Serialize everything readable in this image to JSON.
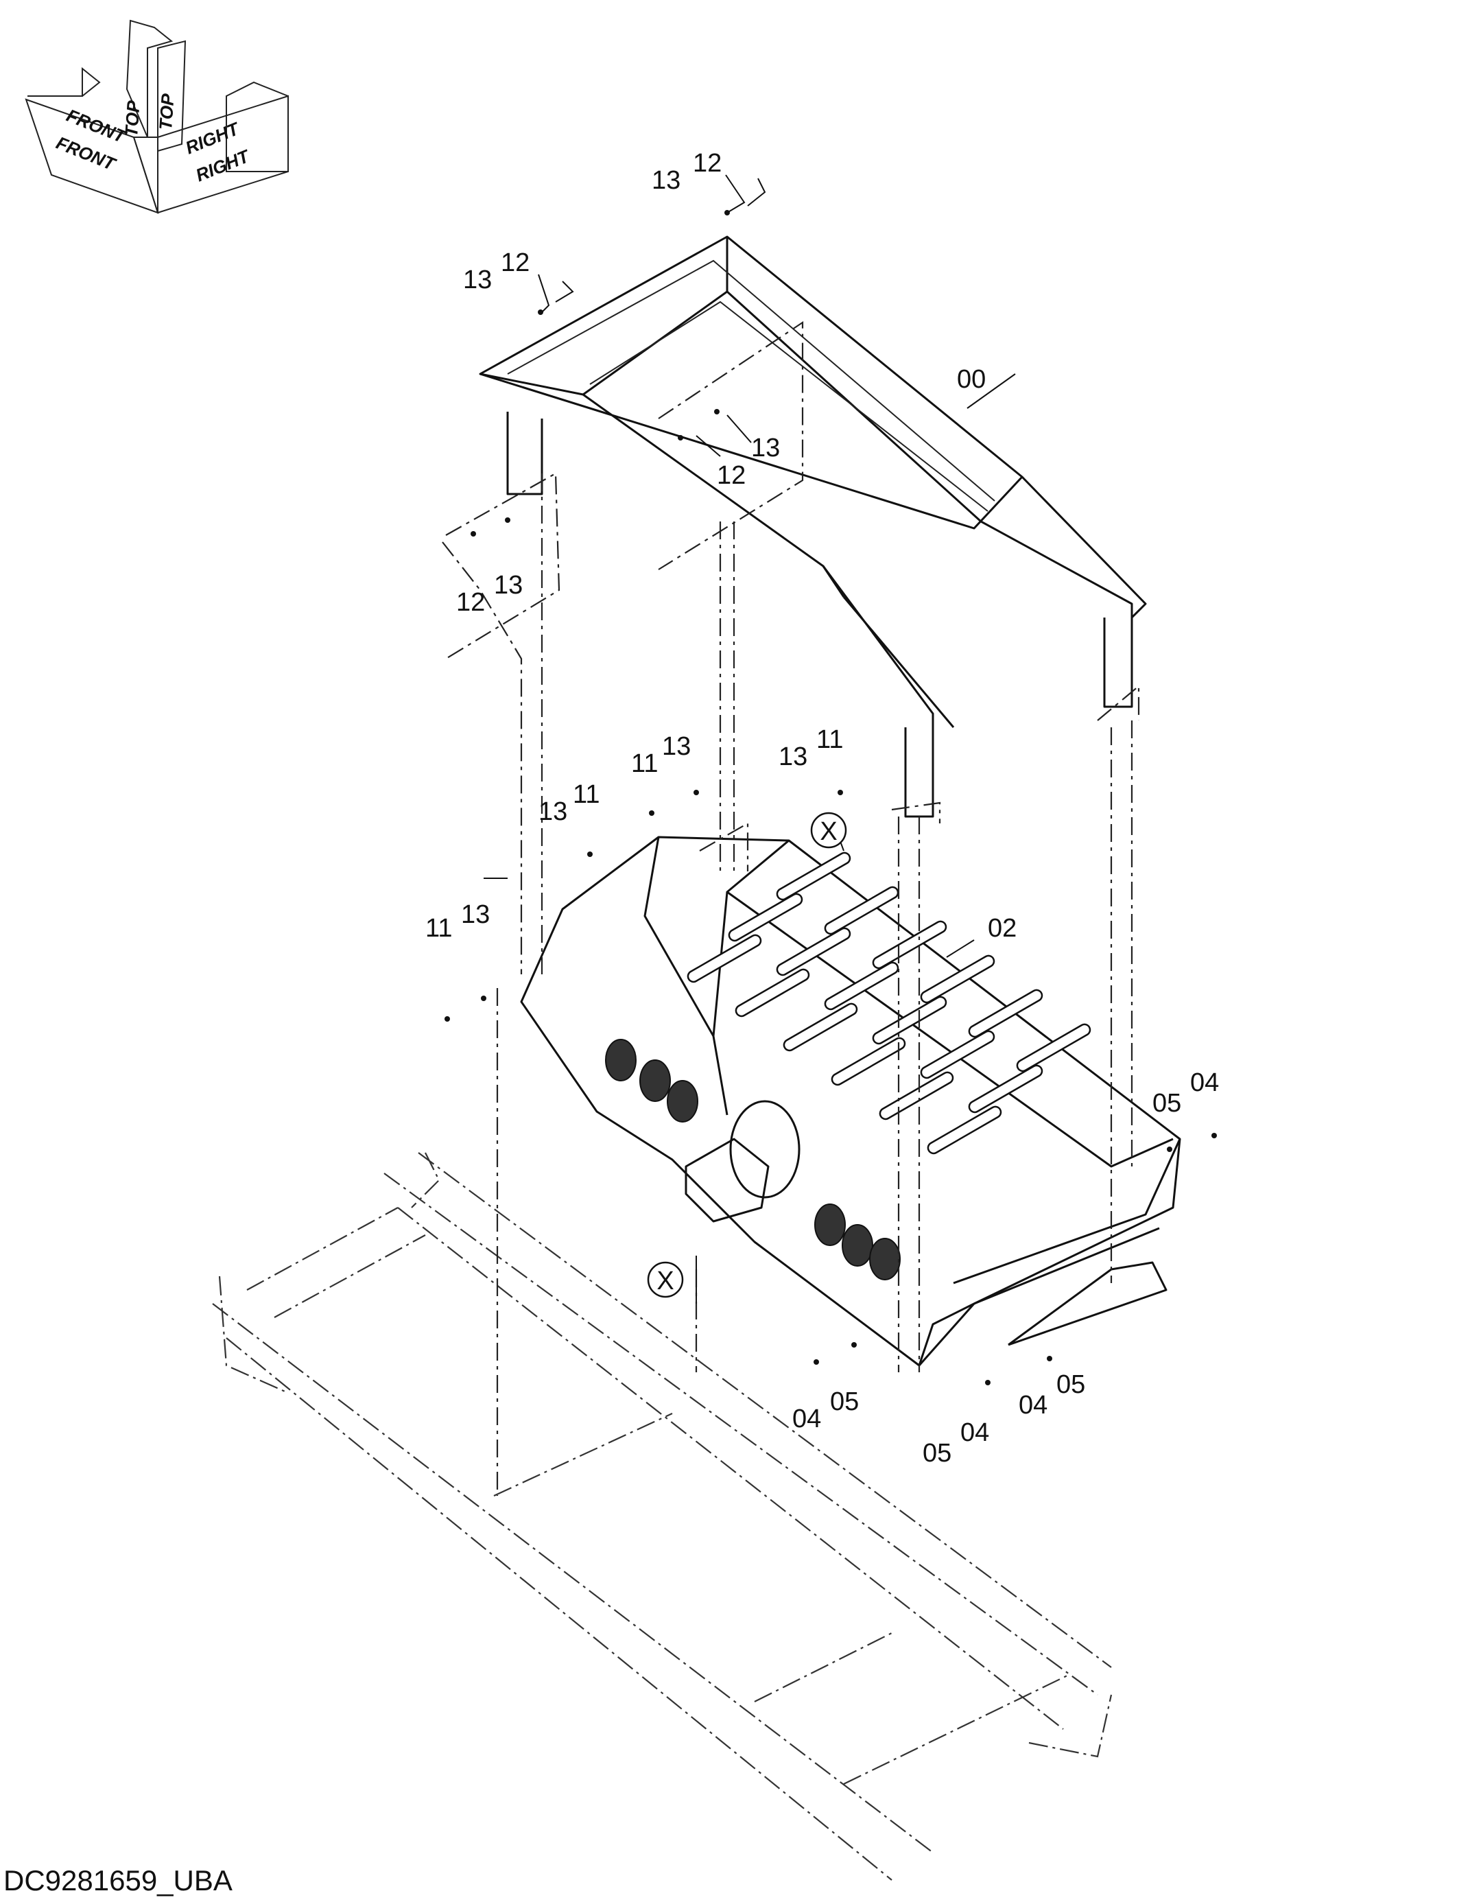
{
  "drawing_id": "DC9281659_UBA",
  "orientation": {
    "top_labels": [
      "TOP",
      "TOP"
    ],
    "front_labels": [
      "FRONT",
      "FRONT"
    ],
    "right_labels": [
      "RIGHT",
      "RIGHT"
    ]
  },
  "callouts": {
    "hopper": "00",
    "screen_box": "02",
    "detail_marker": "X",
    "c11": "11",
    "c12": "12",
    "c13": "13",
    "c04": "04",
    "c05": "05"
  }
}
